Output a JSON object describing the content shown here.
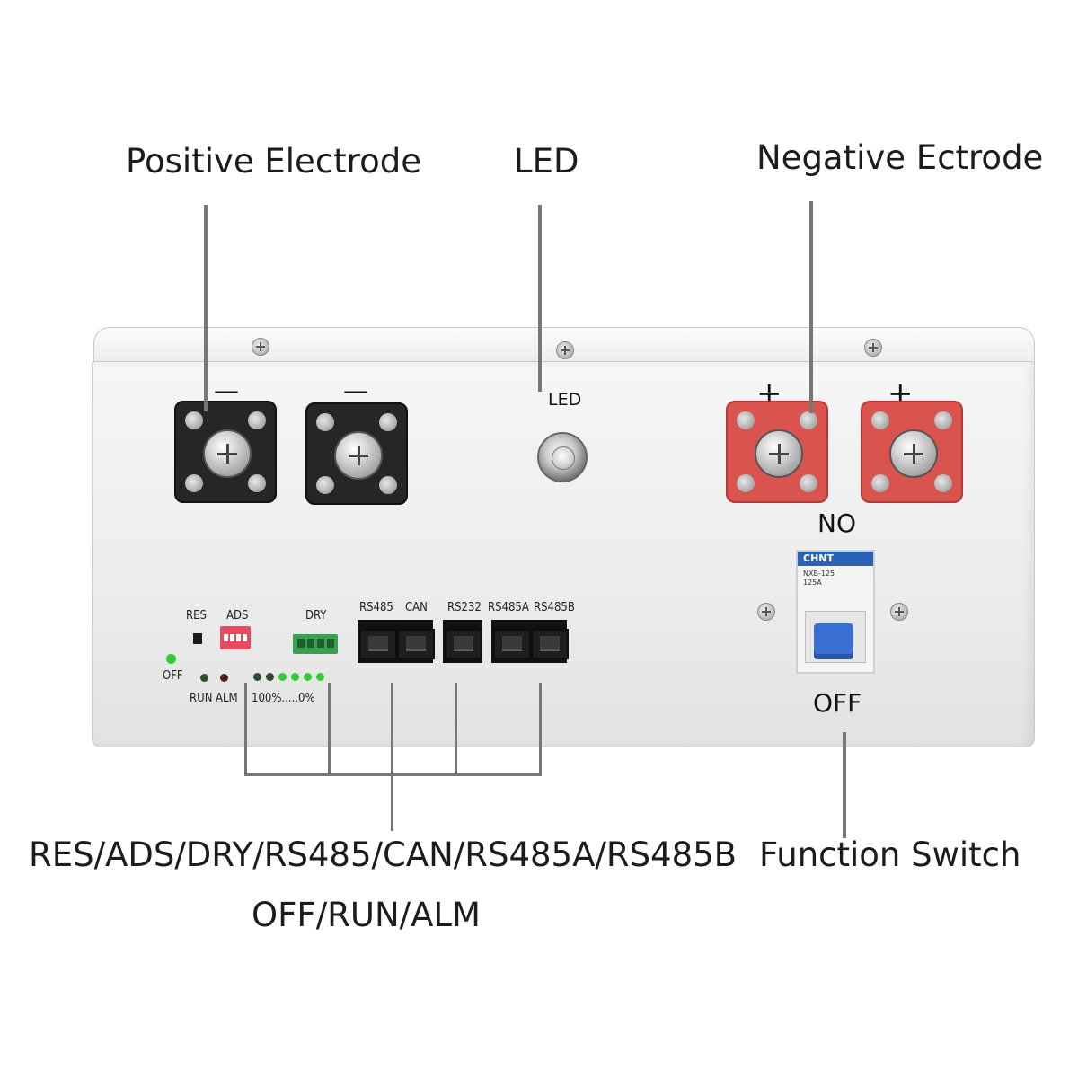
{
  "callouts": {
    "positive": "Positive Electrode",
    "led": "LED",
    "negative": "Negative Ectrode",
    "ports_line1": "RES/ADS/DRY/RS485/CAN/RS485A/RS485B",
    "ports_line2": "OFF/RUN/ALM",
    "function_switch": "Function Switch"
  },
  "panel": {
    "led_label": "LED",
    "minus_mark": "—",
    "plus_mark": "+",
    "switch_on": "NO",
    "switch_off": "OFF",
    "labels": {
      "res": "RES",
      "ads": "ADS",
      "dry": "DRY",
      "rs485": "RS485",
      "can": "CAN",
      "rs232": "RS232",
      "rs485a": "RS485A",
      "rs485b": "RS485B",
      "off": "OFF",
      "run": "RUN",
      "alm": "ALM",
      "soc": "100%.....0%"
    },
    "breaker": {
      "brand": "CHNT",
      "model": "NXB-125",
      "rating": "125A"
    }
  },
  "colors": {
    "negative_terminal": "#262626",
    "positive_terminal": "#d9534f",
    "led_green": "#33cc33",
    "led_red": "#cc2222",
    "breaker_blue": "#3b6fd1",
    "leader_line": "#777777"
  }
}
